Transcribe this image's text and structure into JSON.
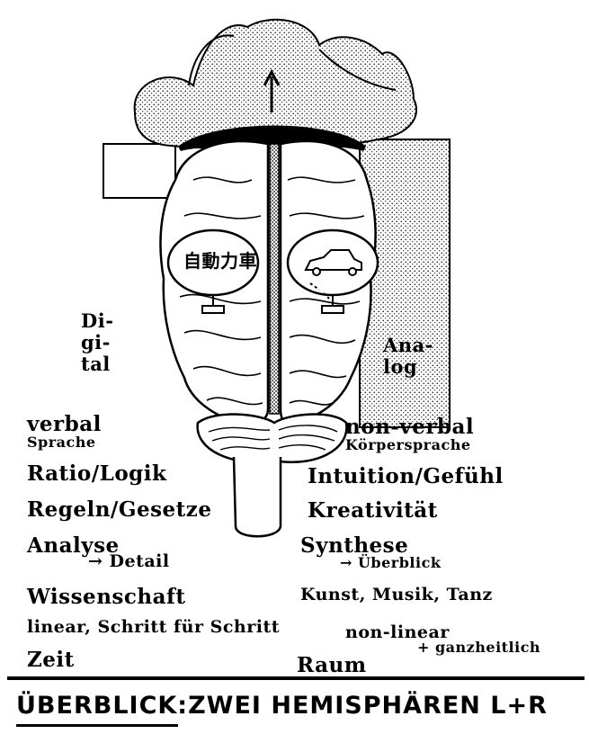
{
  "left_side_label": [
    "Di-",
    "gi-",
    "tal"
  ],
  "right_side_label": [
    "Ana-",
    "log"
  ],
  "left_word_badge": "自動力車",
  "left_column": [
    {
      "main": "verbal",
      "sub": "Sprache"
    },
    {
      "main": "Ratio/Logik"
    },
    {
      "main": "Regeln/Gesetze"
    },
    {
      "main": "Analyse",
      "sub": "→ Detail"
    },
    {
      "main": "Wissenschaft"
    },
    {
      "main": "linear, Schritt für Schritt"
    },
    {
      "main": "Zeit"
    }
  ],
  "right_column": [
    {
      "main": "non-verbal",
      "sub": "Körpersprache"
    },
    {
      "main": "Intuition/Gefühl"
    },
    {
      "main": "Kreativität"
    },
    {
      "main": "Synthese",
      "sub": "→ Überblick"
    },
    {
      "main": "Kunst, Musik, Tanz"
    },
    {
      "main": "non-linear",
      "sub": "+ ganzheitlich"
    },
    {
      "main": "Raum"
    }
  ],
  "title": "ÜBERBLICK:ZWEI HEMISPHÄREN L+R"
}
